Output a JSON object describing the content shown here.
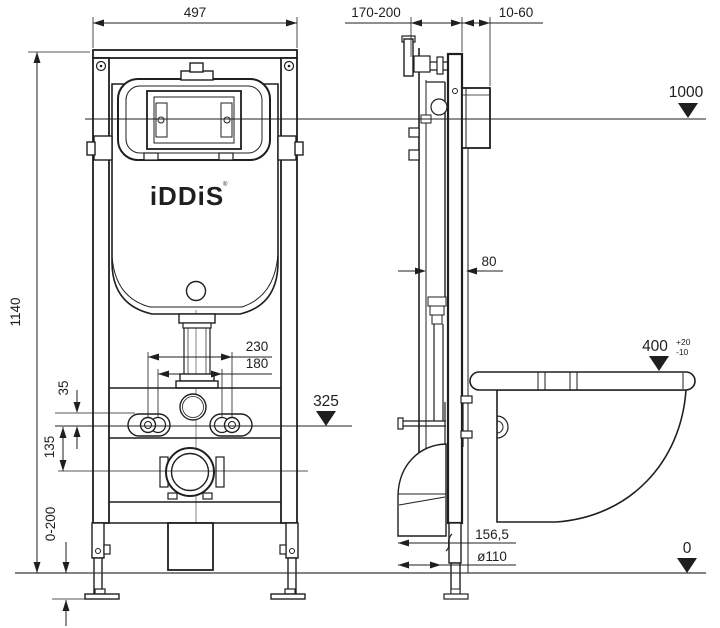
{
  "colors": {
    "line": "#1f1f1f",
    "floor": "#3a3a3a",
    "background": "#ffffff"
  },
  "brand": {
    "name": "iDDiS",
    "mark": "®"
  },
  "dimensions": {
    "frame_width": "497",
    "depth_range": "170-200",
    "facing_range": "10-60",
    "frame_height": "1140",
    "top_level": "1000",
    "stud_spacing_outer": "230",
    "stud_spacing_inner": "180",
    "offset_small": "35",
    "offset_mid": "135",
    "mid_level": "325",
    "profile_depth": "80",
    "bowl_level": "400",
    "bowl_level_tol_plus": "+20",
    "bowl_level_tol_minus": "-10",
    "outlet_offset": "156,5",
    "outlet_diameter": "ø110",
    "feet_adjust_range": "0-200",
    "floor_level": "0"
  }
}
